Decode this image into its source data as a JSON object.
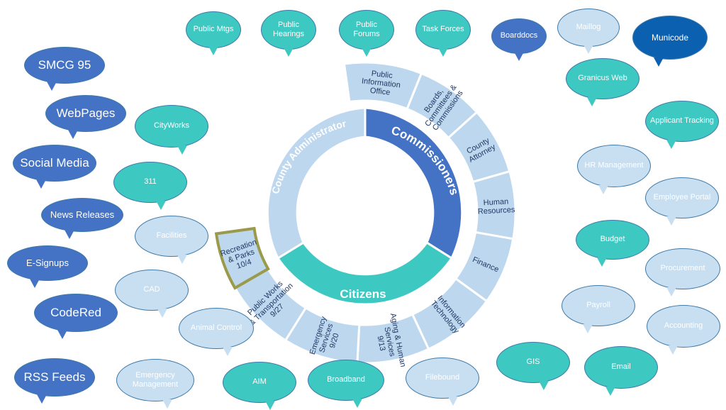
{
  "center": {
    "commissioners": "Commissioners",
    "citizens": "Citizens",
    "county_administrator": "County Administrator"
  },
  "departments": [
    {
      "name": "public-information-office",
      "lines": [
        "Public",
        "Information",
        "Office"
      ]
    },
    {
      "name": "boards-committees",
      "lines": [
        "Boards,",
        "Committees &",
        "Commissions"
      ]
    },
    {
      "name": "county-attorney",
      "lines": [
        "County",
        "Attorney"
      ]
    },
    {
      "name": "human-resources",
      "lines": [
        "Human",
        "Resources"
      ]
    },
    {
      "name": "finance",
      "lines": [
        "Finance"
      ]
    },
    {
      "name": "information-technology",
      "lines": [
        "Information",
        "Technology"
      ]
    },
    {
      "name": "aging-human-services",
      "lines": [
        "Aging & Human",
        "Services",
        "9/13"
      ]
    },
    {
      "name": "emergency-services",
      "lines": [
        "Emergency",
        "Services",
        "9/20"
      ]
    },
    {
      "name": "public-works",
      "lines": [
        "Public Works",
        "& Transportation",
        "9/27"
      ]
    },
    {
      "name": "recreation-parks",
      "lines": [
        "Recreation",
        "& Parks",
        "10/4"
      ]
    }
  ],
  "bubbles": {
    "smcg95": "SMCG 95",
    "webpages": "WebPages",
    "social_media": "Social Media",
    "news_releases": "News Releases",
    "e_signups": "E-Signups",
    "codered": "CodeRed",
    "rss_feeds": "RSS Feeds",
    "public_mtgs": "Public Mtgs",
    "public_hearings": "Public Hearings",
    "public_forums": "Public Forums",
    "task_forces": "Task Forces",
    "boarddocs": "Boarddocs",
    "maillog": "Maillog",
    "municode": "Municode",
    "granicus_web": "Granicus Web",
    "applicant_tracking": "Applicant Tracking",
    "hr_management": "HR Management",
    "employee_portal": "Employee Portal",
    "budget": "Budget",
    "procurement": "Procurement",
    "payroll": "Payroll",
    "accounting": "Accounting",
    "email": "Email",
    "gis": "GIS",
    "filebound": "Filebound",
    "broadband": "Broadband",
    "aim": "AIM",
    "emergency_management": "Emergency Management",
    "animal_control": "Animal Control",
    "cad": "CAD",
    "facilities": "Facilities",
    "n311": "311",
    "cityworks": "CityWorks"
  },
  "colors": {
    "commissioners": "#4472c4",
    "citizens": "#3ec8c2",
    "administrator": "#bdd7ee",
    "segment": "#bdd7ee",
    "segment_text": "#1f3864",
    "highlight": "#9a9a4a"
  }
}
